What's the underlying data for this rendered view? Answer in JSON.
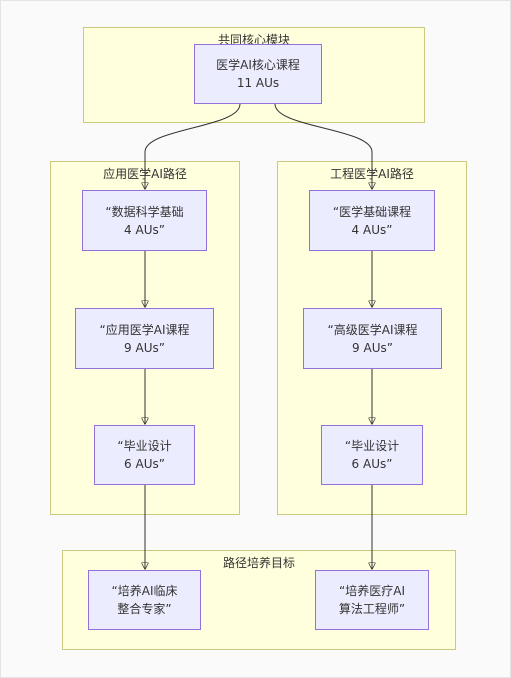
{
  "clusters": {
    "core": {
      "title": "共同核心模块"
    },
    "applied": {
      "title": "应用医学AI路径"
    },
    "engineering": {
      "title": "工程医学AI路径"
    },
    "goals": {
      "title": "路径培养目标"
    }
  },
  "nodes": {
    "core_course": {
      "line1": "医学AI核心课程",
      "line2": "11 AUs"
    },
    "data_science": {
      "line1": "“数据科学基础",
      "line2": "4 AUs”"
    },
    "applied_course": {
      "line1": "“应用医学AI课程",
      "line2": "9 AUs”"
    },
    "applied_thesis": {
      "line1": "“毕业设计",
      "line2": "6 AUs”"
    },
    "med_basics": {
      "line1": "“医学基础课程",
      "line2": "4 AUs”"
    },
    "advanced_course": {
      "line1": "“高级医学AI课程",
      "line2": "9 AUs”"
    },
    "eng_thesis": {
      "line1": "“毕业设计",
      "line2": "6 AUs”"
    },
    "clinical_expert": {
      "line1": "“培养AI临床",
      "line2": "整合专家”"
    },
    "algo_engineer": {
      "line1": "“培养医疗AI",
      "line2": "算法工程师”"
    }
  }
}
